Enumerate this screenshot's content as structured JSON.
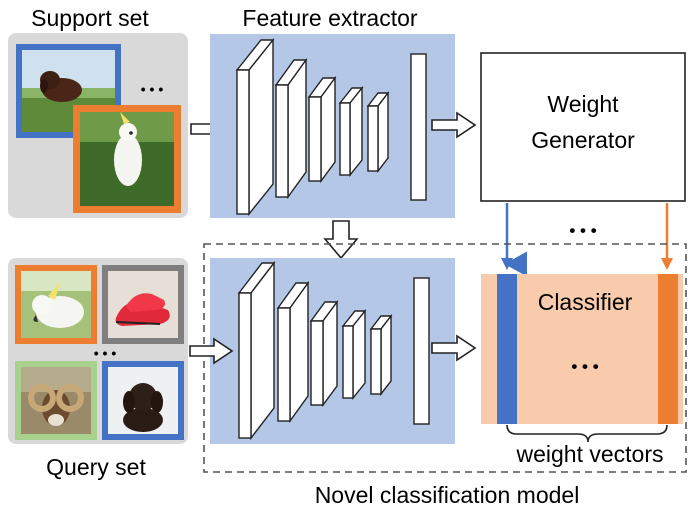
{
  "labels": {
    "support_set": "Support set",
    "feature_extractor": "Feature extractor",
    "weight_generator_line1": "Weight",
    "weight_generator_line2": "Generator",
    "classifier": "Classifier",
    "weight_vectors": "weight vectors",
    "query_set": "Query set",
    "novel_model": "Novel classification model",
    "ellipsis": "• • •"
  },
  "colors": {
    "panel_gray": "#d9d9d9",
    "extractor_bg": "#b4c7e7",
    "classifier_bg": "#f8cbad",
    "blue": "#4472c4",
    "orange": "#ed7d31",
    "green": "#a9d18e",
    "dark_gray": "#7f7f7f"
  },
  "support_images": [
    {
      "subject": "dog",
      "border": "blue"
    },
    {
      "subject": "cockatoo",
      "border": "orange"
    }
  ],
  "query_images": [
    {
      "subject": "cockatoo",
      "border": "orange"
    },
    {
      "subject": "shoe",
      "border": "gray"
    },
    {
      "subject": "ram",
      "border": "green"
    },
    {
      "subject": "puppy",
      "border": "blue"
    }
  ]
}
